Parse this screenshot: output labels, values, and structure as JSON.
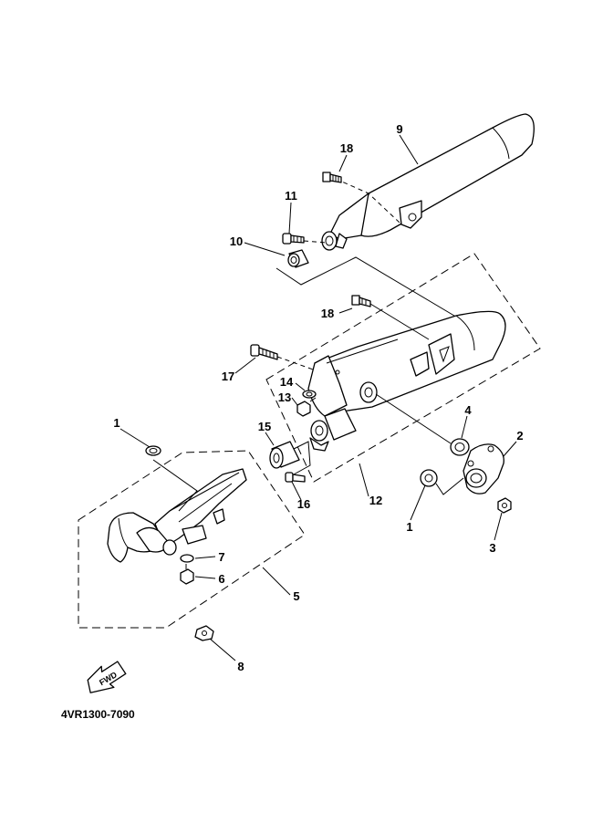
{
  "diagram": {
    "title": "Exhaust system parts diagram",
    "drawing_code": "4VR1300-7090",
    "fwd_label": "FWD",
    "callouts": {
      "p1a": "1",
      "p1b": "1",
      "p2": "2",
      "p3": "3",
      "p4": "4",
      "p5": "5",
      "p6": "6",
      "p7": "7",
      "p8": "8",
      "p9": "9",
      "p10": "10",
      "p11": "11",
      "p12": "12",
      "p13": "13",
      "p14": "14",
      "p15": "15",
      "p16": "16",
      "p17": "17",
      "p18a": "18",
      "p18b": "18"
    }
  }
}
